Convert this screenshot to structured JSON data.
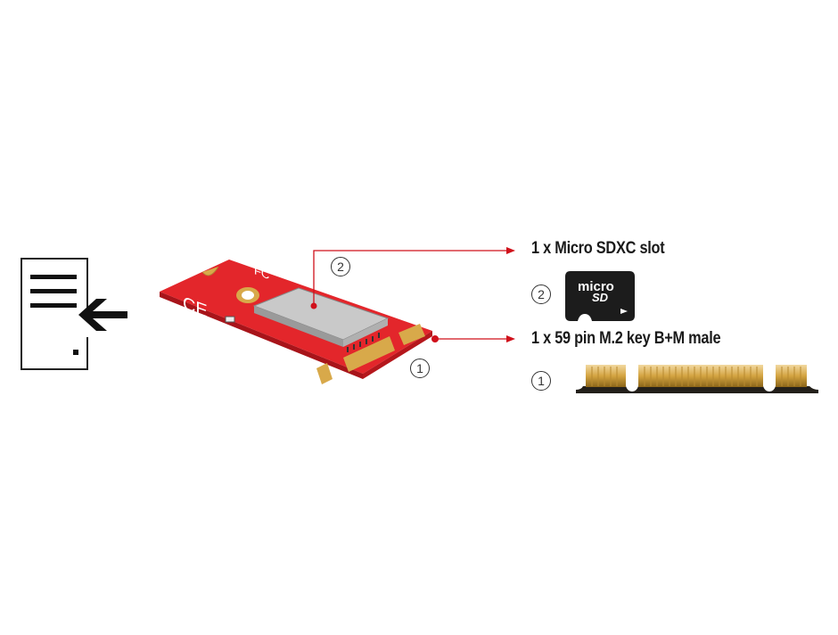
{
  "features": [
    {
      "number": "2",
      "label": "1 x Micro SDXC slot",
      "icon": "microsd-card-icon"
    },
    {
      "number": "1",
      "label": "1 x 59 pin M.2 key B+M male",
      "icon": "m2-connector-icon"
    }
  ],
  "callouts": {
    "slot_number": "2",
    "connector_number": "1"
  },
  "microsd_logo": {
    "top": "micro",
    "bottom": "SD"
  },
  "colors": {
    "accent_red": "#d0101b",
    "board_red": "#e3262b",
    "gold": "#d8a94a",
    "dark": "#1c1c1c"
  },
  "left_icon": "host-insert-icon"
}
